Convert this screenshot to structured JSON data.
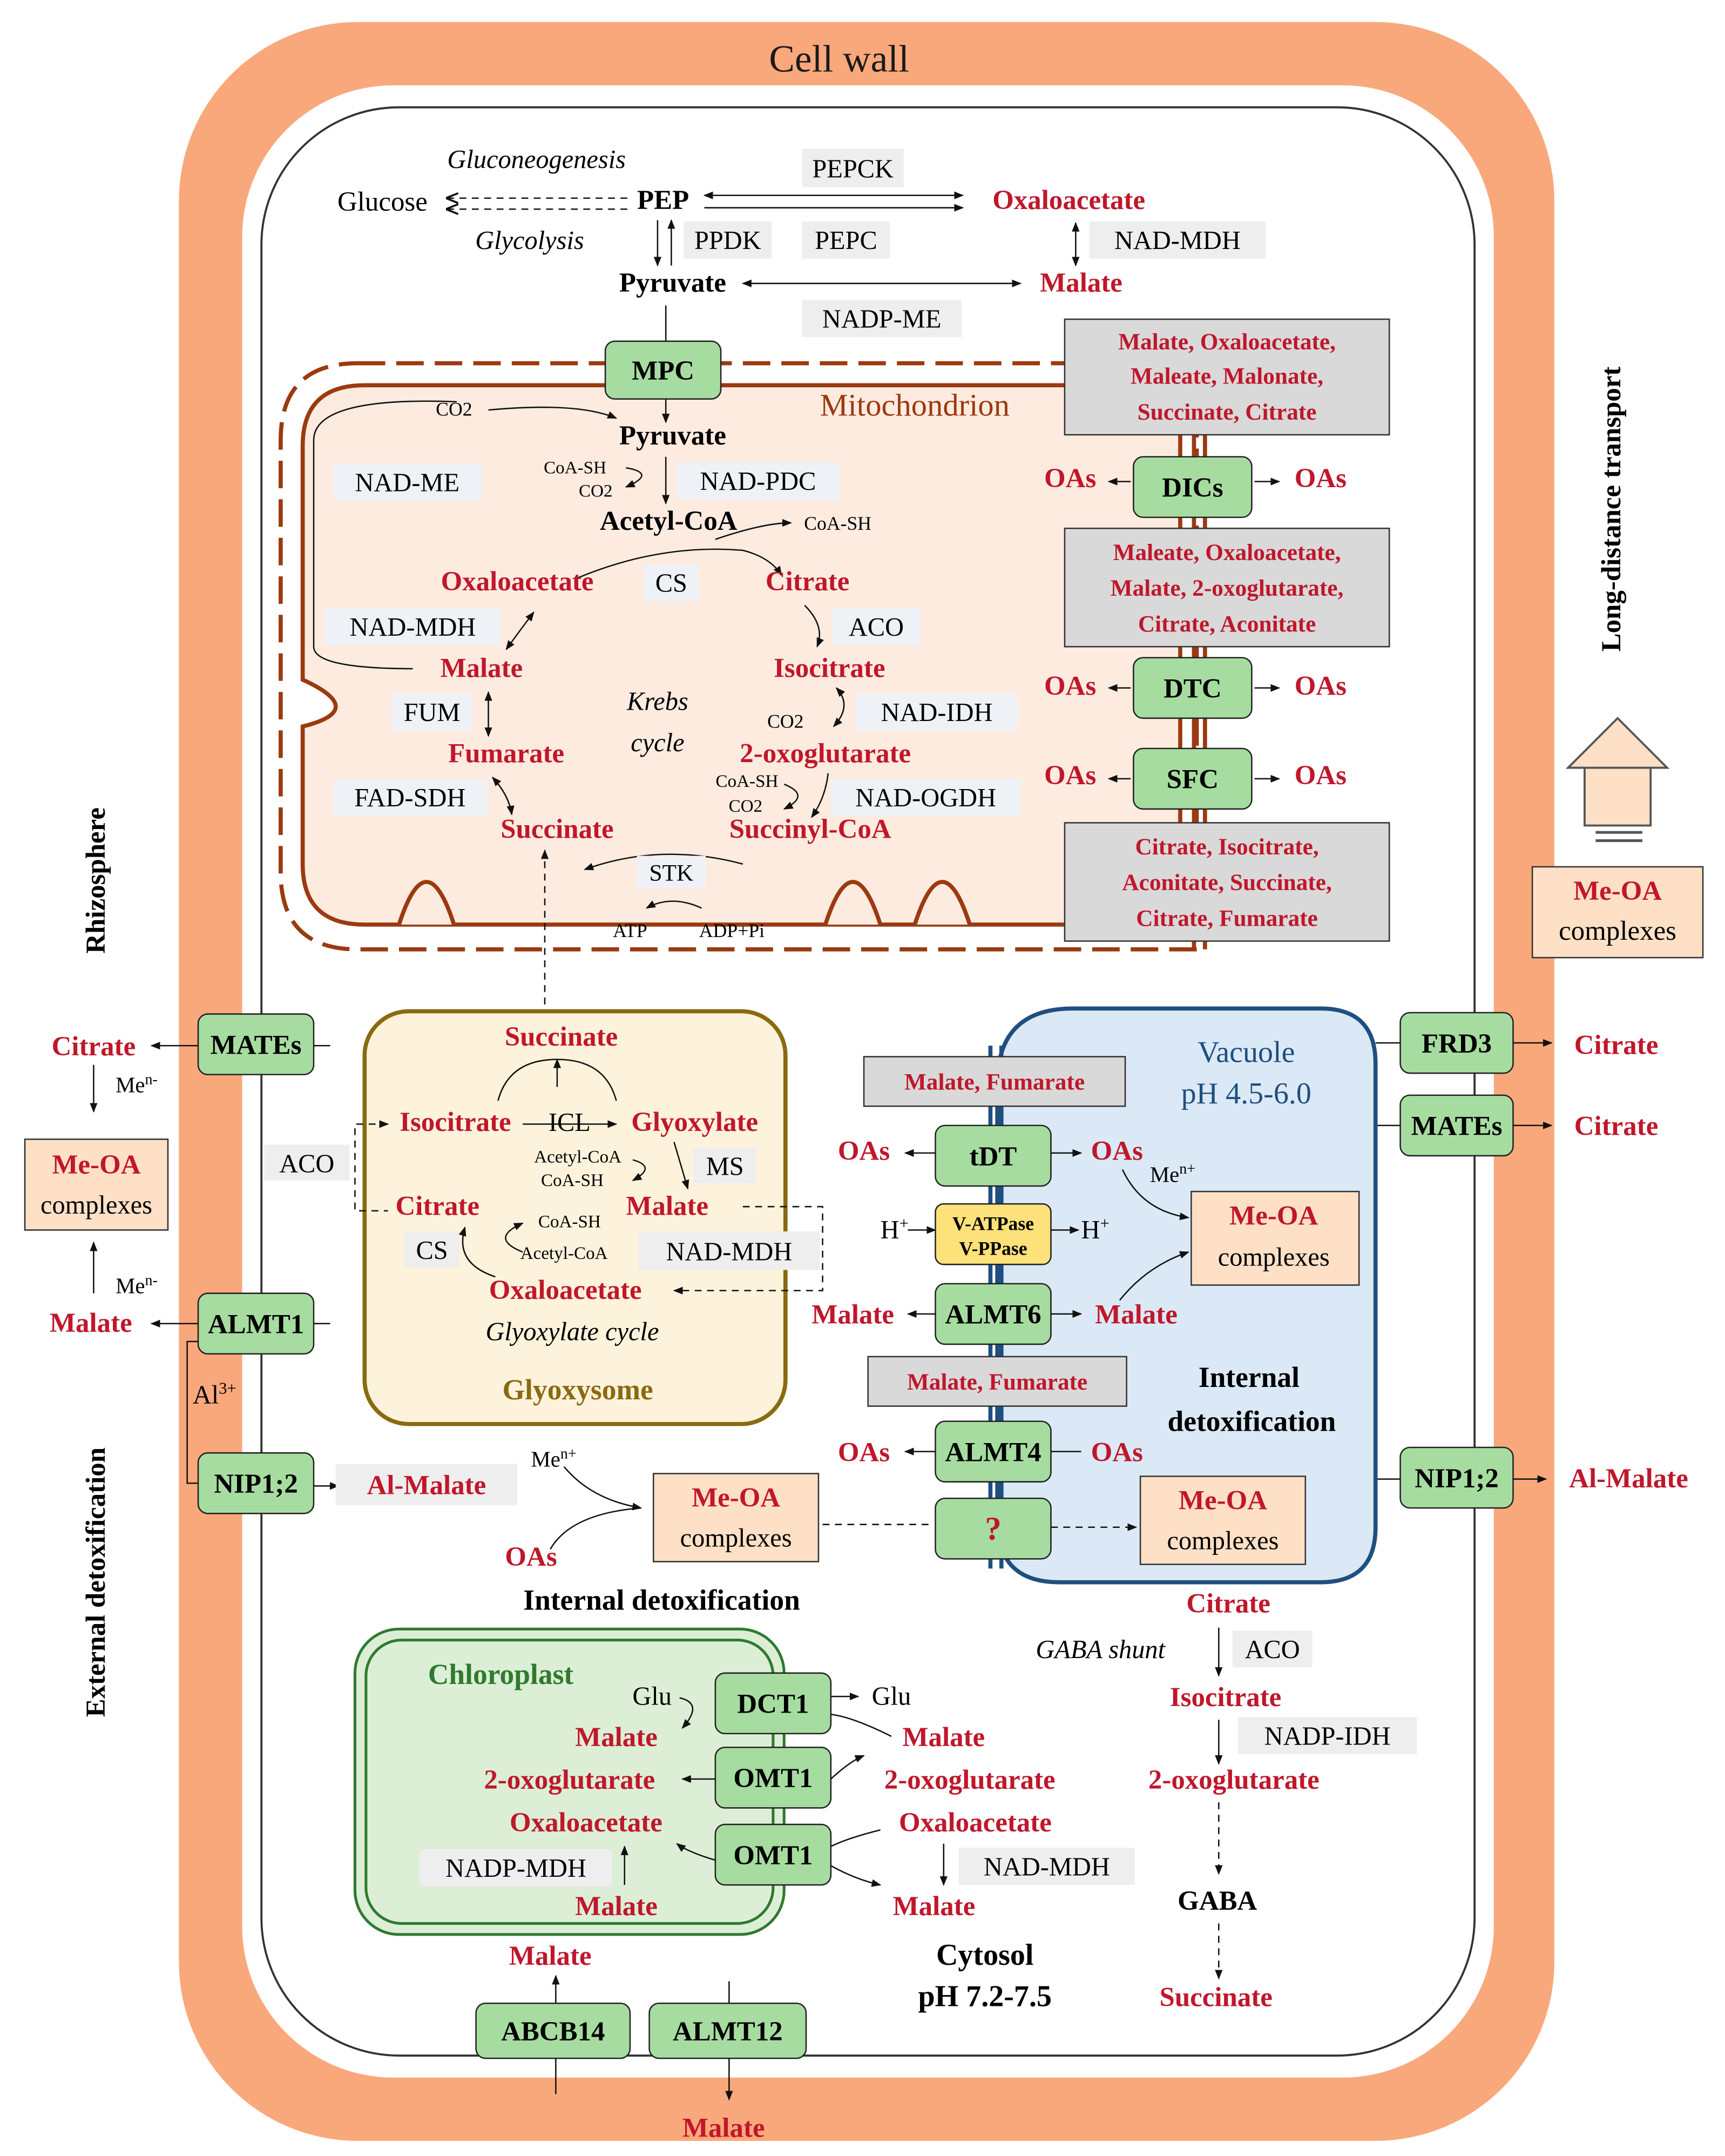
{
  "colors": {
    "red": "#c0172b",
    "wall": "#f9a87c",
    "mito": "#fdebe0",
    "mitoEdge": "#9b3a10",
    "glyox": "#fdf3dc",
    "glyoxEdge": "#8a6a10",
    "chloro": "#dcefd6",
    "chloroEdge": "#2f7a2f",
    "vacuole": "#dbe9f6",
    "vacuoleEdge": "#1f4f80",
    "transporter": "#a7dca1",
    "gray": "#d9d9d9",
    "peach": "#fde0c6",
    "yellow": "#fde17a"
  },
  "cellwall": "Cell wall",
  "top": {
    "gluconeogenesis": "Gluconeogenesis",
    "glucose": "Glucose",
    "pep": "PEP",
    "glycolysis": "Glycolysis",
    "pepck": "PEPCK",
    "oxaloacetate": "Oxaloacetate",
    "ppdk": "PPDK",
    "pepc": "PEPC",
    "nadmdh": "NAD-MDH",
    "pyruvate": "Pyruvate",
    "malate": "Malate",
    "nadpme": "NADP-ME"
  },
  "mito": {
    "title": "Mitochondrion",
    "mpc": "MPC",
    "co2": "CO2",
    "pyruvate": "Pyruvate",
    "nadme": "NAD-ME",
    "coash": "CoA-SH",
    "co2b": "CO2",
    "nadpdc": "NAD-PDC",
    "acetylcoa": "Acetyl-CoA",
    "coash2": "CoA-SH",
    "oxaloacetate": "Oxaloacetate",
    "cs": "CS",
    "citrate": "Citrate",
    "aco": "ACO",
    "nadmdh": "NAD-MDH",
    "malate": "Malate",
    "isocitrate": "Isocitrate",
    "krebs1": "Krebs",
    "krebs2": "cycle",
    "fum": "FUM",
    "co2c": "CO2",
    "nadidh": "NAD-IDH",
    "fumarate": "Fumarate",
    "oxoglutarate": "2-oxoglutarate",
    "coash3": "CoA-SH",
    "co2d": "CO2",
    "nadogdh": "NAD-OGDH",
    "fadsdh": "FAD-SDH",
    "succinate": "Succinate",
    "succinylcoa": "Succinyl-CoA",
    "stk": "STK",
    "atp": "ATP",
    "adppi": "ADP+Pi"
  },
  "carriers": {
    "box1": [
      "Malate, Oxaloacetate,",
      "Maleate, Malonate,",
      "Succinate, Citrate"
    ],
    "dics": "DICs",
    "box2": [
      "Maleate, Oxaloacetate,",
      "Malate, 2-oxoglutarate,",
      "Citrate, Aconitate"
    ],
    "dtc": "DTC",
    "sfc": "SFC",
    "box3": [
      "Citrate, Isocitrate,",
      "Aconitate, Succinate,",
      "Citrate, Fumarate"
    ],
    "oas": "OAs"
  },
  "right": {
    "longdistance": "Long-distance transport",
    "meoa": "Me-OA",
    "complexes": "complexes",
    "frd3": "FRD3",
    "citrate": "Citrate",
    "mates": "MATEs",
    "nip": "NIP1;2",
    "almalate": "Al-Malate"
  },
  "left": {
    "rhizosphere": "Rhizosphere",
    "external": "External detoxification",
    "mates": "MATEs",
    "citrate": "Citrate",
    "men": "Me",
    "nplus": "n-",
    "meoa": "Me-OA",
    "complexes": "complexes",
    "almt1": "ALMT1",
    "malate": "Malate",
    "al": "Al",
    "al3": "3+",
    "nip": "NIP1;2",
    "almalate": "Al-Malate"
  },
  "glyox": {
    "title": "Glyoxysome",
    "succinate": "Succinate",
    "isocitrate": "Isocitrate",
    "icl": "ICL",
    "glyoxylate": "Glyoxylate",
    "aco": "ACO",
    "acetylcoa": "Acetyl-CoA",
    "coash": "CoA-SH",
    "ms": "MS",
    "citrate": "Citrate",
    "malate": "Malate",
    "cs": "CS",
    "coash2": "CoA-SH",
    "acetylcoa2": "Acetyl-CoA",
    "nadmdh": "NAD-MDH",
    "oxaloacetate": "Oxaloacetate",
    "cycle": "Glyoxylate cycle"
  },
  "vacuole": {
    "title": "Vacuole",
    "ph": "pH 4.5-6.0",
    "malfum": "Malate, Fumarate",
    "tdt": "tDT",
    "oas": "OAs",
    "men": "Me",
    "nplus": "n+",
    "hplus": "H",
    "vatpase": "V-ATPase",
    "vppase": "V-PPase",
    "meoa": "Me-OA",
    "complexes": "complexes",
    "almt6": "ALMT6",
    "malate": "Malate",
    "malfum2": "Malate, Fumarate",
    "internal": "Internal",
    "detox": "detoxification",
    "almt4": "ALMT4",
    "question": "?"
  },
  "cyto": {
    "men": "Me",
    "nplus": "n+",
    "meoa": "Me-OA",
    "complexes": "complexes",
    "oas": "OAs",
    "internal": "Internal detoxification",
    "citrate": "Citrate",
    "gaba_shunt": "GABA shunt",
    "aco": "ACO",
    "isocitrate": "Isocitrate",
    "nadpidh": "NADP-IDH",
    "oxoglutarate": "2-oxoglutarate",
    "gaba": "GABA",
    "succinate": "Succinate",
    "cytosol": "Cytosol",
    "ph": "pH 7.2-7.5"
  },
  "chloro": {
    "title": "Chloroplast",
    "glu": "Glu",
    "dct1": "DCT1",
    "malate": "Malate",
    "omt1": "OMT1",
    "oxoglutarate": "2-oxoglutarate",
    "oxaloacetate": "Oxaloacetate",
    "nadpmdh": "NADP-MDH",
    "nadmdh": "NAD-MDH"
  },
  "bottom": {
    "malate": "Malate",
    "abcb14": "ABCB14",
    "almt12": "ALMT12"
  }
}
